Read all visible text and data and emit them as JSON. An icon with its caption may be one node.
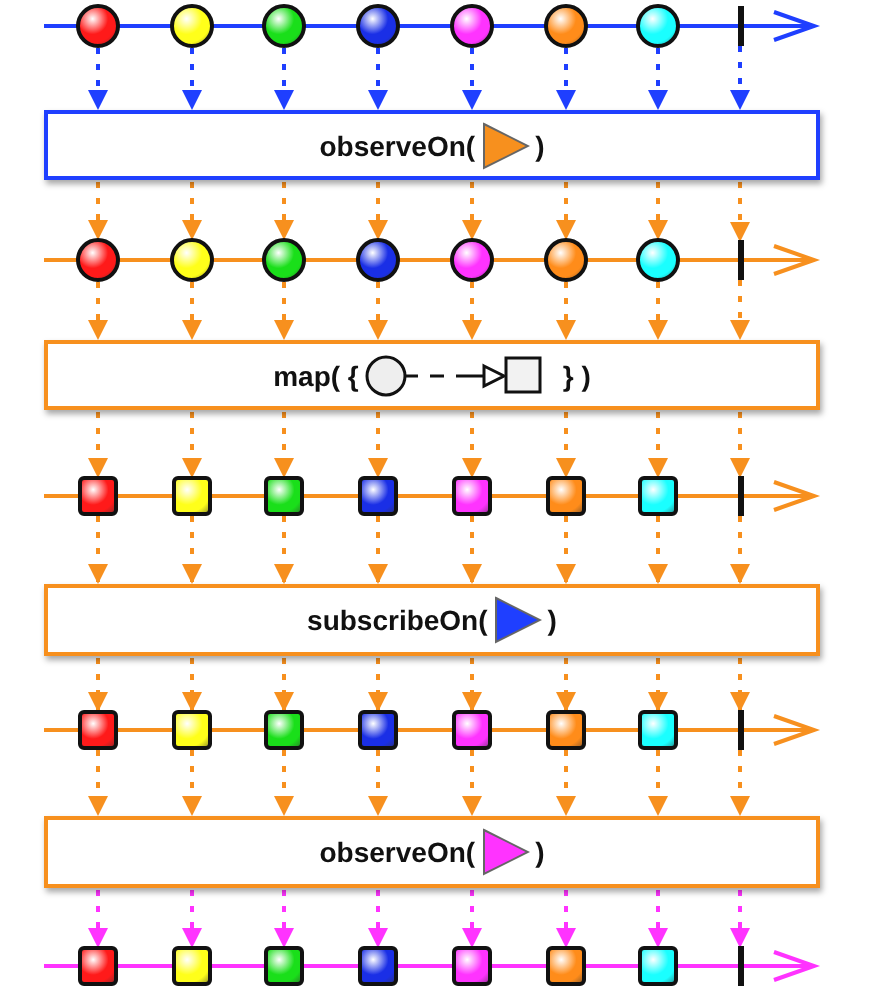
{
  "diagram": {
    "nodes": [
      {
        "text": [],
        "shape": "circle"
      },
      {
        "text": [],
        "shape": "circle"
      },
      {
        "text": [],
        "shape": "circle"
      },
      {
        "text": [],
        "shape": "circle"
      },
      {
        "text": [],
        "shape": "circle"
      },
      {
        "text": [],
        "shape": "circle"
      },
      {
        "text": [],
        "shape": "circle"
      },
      {
        "text": [],
        "shape": "bar"
      },
      {
        "text": [
          "observeOn(",
          ")"
        ]
      },
      {
        "text": [],
        "shape": "circle"
      },
      {
        "text": [],
        "shape": "circle"
      },
      {
        "text": [],
        "shape": "circle"
      },
      {
        "text": [],
        "shape": "circle"
      },
      {
        "text": [],
        "shape": "circle"
      },
      {
        "text": [],
        "shape": "circle"
      },
      {
        "text": [],
        "shape": "circle"
      },
      {
        "text": [],
        "shape": "bar"
      },
      {
        "text": [
          "map( {",
          "} )"
        ]
      },
      {
        "text": [],
        "shape": "box"
      },
      {
        "text": [],
        "shape": "box"
      },
      {
        "text": [],
        "shape": "box"
      },
      {
        "text": [],
        "shape": "box"
      },
      {
        "text": [],
        "shape": "box"
      },
      {
        "text": [],
        "shape": "box"
      },
      {
        "text": [],
        "shape": "box"
      },
      {
        "text": [],
        "shape": "bar"
      },
      {
        "text": [
          "subscribeOn(",
          ")"
        ]
      },
      {
        "text": [],
        "shape": "box"
      },
      {
        "text": [],
        "shape": "box"
      },
      {
        "text": [],
        "shape": "box"
      },
      {
        "text": [],
        "shape": "box"
      },
      {
        "text": [],
        "shape": "box"
      },
      {
        "text": [],
        "shape": "box"
      },
      {
        "text": [],
        "shape": "box"
      },
      {
        "text": [],
        "shape": "bar"
      },
      {
        "text": [
          "observeOn(",
          ")"
        ]
      },
      {
        "text": [],
        "shape": "box"
      },
      {
        "text": [],
        "shape": "box"
      },
      {
        "text": [],
        "shape": "box"
      },
      {
        "text": [],
        "shape": "box"
      },
      {
        "text": [],
        "shape": "box"
      },
      {
        "text": [],
        "shape": "box"
      },
      {
        "text": [],
        "shape": "box"
      },
      {
        "text": [],
        "shape": "bar"
      }
    ],
    "edges": [
      {
        "from": 0,
        "to": 8,
        "arrow": "to",
        "style": "dashed",
        "color": "#1f3fff"
      },
      {
        "from": 1,
        "to": 8,
        "arrow": "to",
        "style": "dashed",
        "color": "#1f3fff"
      },
      {
        "from": 2,
        "to": 8,
        "arrow": "to",
        "style": "dashed",
        "color": "#1f3fff"
      },
      {
        "from": 3,
        "to": 8,
        "arrow": "to",
        "style": "dashed",
        "color": "#1f3fff"
      },
      {
        "from": 4,
        "to": 8,
        "arrow": "to",
        "style": "dashed",
        "color": "#1f3fff"
      },
      {
        "from": 5,
        "to": 8,
        "arrow": "to",
        "style": "dashed",
        "color": "#1f3fff"
      },
      {
        "from": 6,
        "to": 8,
        "arrow": "to",
        "style": "dashed",
        "color": "#1f3fff"
      },
      {
        "from": 7,
        "to": 8,
        "arrow": "to",
        "style": "dashed",
        "color": "#1f3fff"
      },
      {
        "from": 8,
        "to": 9,
        "arrow": "to",
        "style": "dashed"
      },
      {
        "from": 8,
        "to": 10,
        "arrow": "to",
        "style": "dashed"
      },
      {
        "from": 8,
        "to": 11,
        "arrow": "to",
        "style": "dashed"
      },
      {
        "from": 8,
        "to": 12,
        "arrow": "to",
        "style": "dashed"
      },
      {
        "from": 8,
        "to": 13,
        "arrow": "to",
        "style": "dashed"
      },
      {
        "from": 8,
        "to": 14,
        "arrow": "to",
        "style": "dashed"
      },
      {
        "from": 8,
        "to": 15,
        "arrow": "to",
        "style": "dashed"
      },
      {
        "from": 8,
        "to": 16,
        "arrow": "to",
        "style": "dashed"
      },
      {
        "from": 9,
        "to": 17,
        "arrow": "to",
        "style": "dashed"
      },
      {
        "from": 10,
        "to": 17,
        "arrow": "to",
        "style": "dashed"
      },
      {
        "from": 11,
        "to": 17,
        "arrow": "to",
        "style": "dashed"
      },
      {
        "from": 12,
        "to": 17,
        "arrow": "to",
        "style": "dashed"
      },
      {
        "from": 13,
        "to": 17,
        "arrow": "to",
        "style": "dashed"
      },
      {
        "from": 14,
        "to": 17,
        "arrow": "to",
        "style": "dashed"
      },
      {
        "from": 15,
        "to": 17,
        "arrow": "to",
        "style": "dashed"
      },
      {
        "from": 16,
        "to": 17,
        "arrow": "to",
        "style": "dashed"
      },
      {
        "from": 17,
        "to": 18,
        "arrow": "to",
        "style": "dashed"
      },
      {
        "from": 17,
        "to": 19,
        "arrow": "to",
        "style": "dashed"
      },
      {
        "from": 17,
        "to": 20,
        "arrow": "to",
        "style": "dashed"
      },
      {
        "from": 17,
        "to": 21,
        "arrow": "to",
        "style": "dashed"
      },
      {
        "from": 17,
        "to": 22,
        "arrow": "to",
        "style": "dashed"
      },
      {
        "from": 17,
        "to": 23,
        "arrow": "to",
        "style": "dashed"
      },
      {
        "from": 17,
        "to": 24,
        "arrow": "to",
        "style": "dashed"
      },
      {
        "from": 17,
        "to": 25,
        "arrow": "to",
        "style": "dashed"
      },
      {
        "from": 18,
        "to": 26,
        "arrow": "to",
        "style": "dashed"
      },
      {
        "from": 19,
        "to": 26,
        "arrow": "to",
        "style": "dashed"
      },
      {
        "from": 20,
        "to": 26,
        "arrow": "to",
        "style": "dashed"
      },
      {
        "from": 21,
        "to": 26,
        "arrow": "to",
        "style": "dashed"
      },
      {
        "from": 22,
        "to": 26,
        "arrow": "to",
        "style": "dashed"
      },
      {
        "from": 23,
        "to": 26,
        "arrow": "to",
        "style": "dashed"
      },
      {
        "from": 24,
        "to": 26,
        "arrow": "to",
        "style": "dashed"
      },
      {
        "from": 25,
        "to": 26,
        "arrow": "to",
        "style": "dashed"
      },
      {
        "from": 26,
        "to": 27,
        "arrow": "to",
        "style": "dashed"
      },
      {
        "from": 26,
        "to": 28,
        "arrow": "to",
        "style": "dashed"
      },
      {
        "from": 26,
        "to": 29,
        "arrow": "to",
        "style": "dashed"
      },
      {
        "from": 26,
        "to": 30,
        "arrow": "to",
        "style": "dashed"
      },
      {
        "from": 26,
        "to": 31,
        "arrow": "to",
        "style": "dashed"
      },
      {
        "from": 26,
        "to": 32,
        "arrow": "to",
        "style": "dashed"
      },
      {
        "from": 26,
        "to": 33,
        "arrow": "to",
        "style": "dashed"
      },
      {
        "from": 26,
        "to": 34,
        "arrow": "to",
        "style": "dashed"
      },
      {
        "from": 27,
        "to": 35,
        "arrow": "to",
        "style": "dashed"
      },
      {
        "from": 28,
        "to": 35,
        "arrow": "to",
        "style": "dashed"
      },
      {
        "from": 29,
        "to": 35,
        "arrow": "to",
        "style": "dashed"
      },
      {
        "from": 30,
        "to": 35,
        "arrow": "to",
        "style": "dashed"
      },
      {
        "from": 31,
        "to": 35,
        "arrow": "to",
        "style": "dashed"
      },
      {
        "from": 32,
        "to": 35,
        "arrow": "to",
        "style": "dashed"
      },
      {
        "from": 33,
        "to": 35,
        "arrow": "to",
        "style": "dashed"
      },
      {
        "from": 34,
        "to": 35,
        "arrow": "to",
        "style": "dashed"
      },
      {
        "from": 35,
        "to": 36,
        "arrow": "to",
        "style": "dashed",
        "color": "#ff33ff"
      },
      {
        "from": 35,
        "to": 37,
        "arrow": "to",
        "style": "dashed",
        "color": "#ff33ff"
      },
      {
        "from": 35,
        "to": 38,
        "arrow": "to",
        "style": "dashed",
        "color": "#ff33ff"
      },
      {
        "from": 35,
        "to": 39,
        "arrow": "to",
        "style": "dashed",
        "color": "#ff33ff"
      },
      {
        "from": 35,
        "to": 40,
        "arrow": "to",
        "style": "dashed",
        "color": "#ff33ff"
      },
      {
        "from": 35,
        "to": 41,
        "arrow": "to",
        "style": "dashed",
        "color": "#ff33ff"
      },
      {
        "from": 35,
        "to": 42,
        "arrow": "to",
        "style": "dashed",
        "color": "#ff33ff"
      },
      {
        "from": 35,
        "to": 43,
        "arrow": "to",
        "style": "dashed",
        "color": "#ff33ff"
      }
    ]
  }
}
